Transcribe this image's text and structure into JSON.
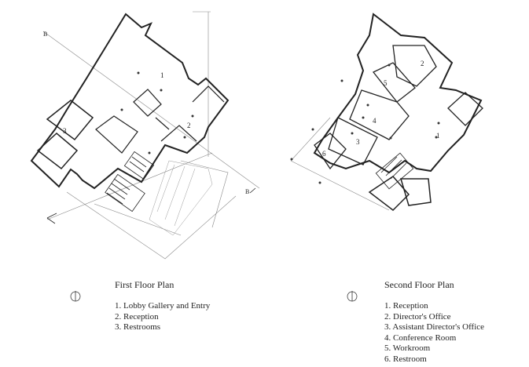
{
  "first_floor": {
    "title": "First Floor Plan",
    "room_numbers": [
      "1",
      "2",
      "3"
    ],
    "legend": [
      "1. Lobby Gallery and Entry",
      "2. Reception",
      "3. Restrooms"
    ],
    "section_marks": [
      "B",
      "B"
    ]
  },
  "second_floor": {
    "title": "Second Floor Plan",
    "room_numbers": [
      "1",
      "2",
      "3",
      "4",
      "5",
      "6"
    ],
    "legend": [
      "1. Reception",
      "2. Director's Office",
      "3. Assistant Director's Office",
      "4. Conference Room",
      "5. Workroom",
      "6. Restroom"
    ]
  },
  "icons": [
    "north-arrow-icon",
    "north-arrow-icon"
  ]
}
